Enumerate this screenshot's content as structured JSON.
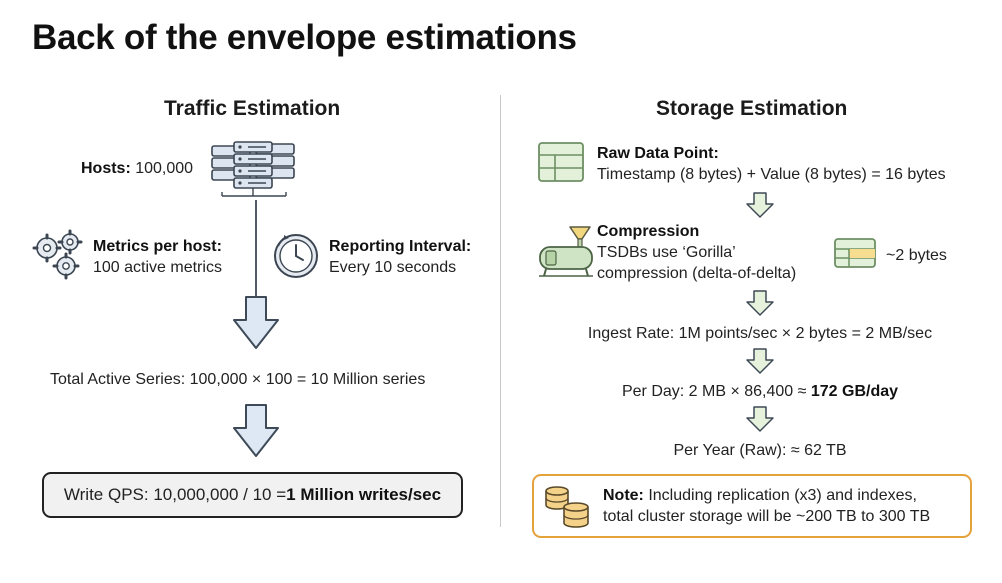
{
  "title": "Back of the envelope estimations",
  "traffic": {
    "heading": "Traffic Estimation",
    "hosts_label": "Hosts:",
    "hosts_value": " 100,000",
    "metrics_label": "Metrics per host:",
    "metrics_value": "100 active metrics",
    "interval_label": "Reporting Interval:",
    "interval_value": "Every 10 seconds",
    "total_series": "Total Active Series: 100,000 × 100 = 10 Million series",
    "qps_prefix": "Write QPS: 10,000,000 / 10 = ",
    "qps_result": "1 Million writes/sec"
  },
  "storage": {
    "heading": "Storage Estimation",
    "raw_label": "Raw Data Point:",
    "raw_value": "Timestamp (8 bytes) + Value (8 bytes) = 16 bytes",
    "compression_label": "Compression",
    "compression_line1": "TSDBs use ‘Gorilla’",
    "compression_line2": "compression (delta-of-delta)",
    "compressed_size": "~2 bytes",
    "ingest_rate": "Ingest Rate: 1M points/sec × 2 bytes = 2 MB/sec",
    "per_day_prefix": "Per Day: 2 MB × 86,400 ≈ ",
    "per_day_result": "172 GB/day",
    "per_year": "Per Year (Raw): ≈ 62 TB",
    "note_label": "Note:",
    "note_line1": " Including replication (x3) and indexes,",
    "note_line2": "total cluster storage will be ~200 TB to 300 TB"
  },
  "colors": {
    "arrow_fill": "#dde8f4",
    "arrow_stroke": "#3e4a57",
    "small_arrow_fill": "#e7f2dc",
    "table_fill": "#e3f1db",
    "table_stroke": "#6d8f63",
    "note_border": "#e4a23b",
    "db_fill": "#f4d28a"
  },
  "icons": [
    "server-rack-icon",
    "gears-icon",
    "clock-icon",
    "table-icon",
    "compressor-icon",
    "database-icon"
  ]
}
